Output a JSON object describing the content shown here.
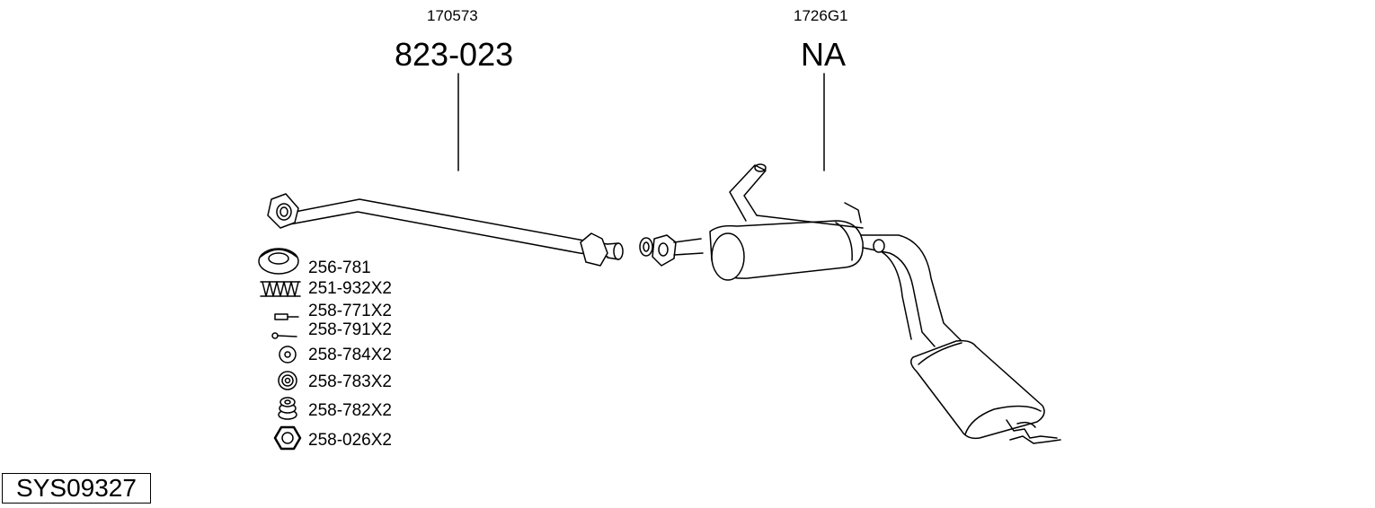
{
  "assembly_left": {
    "ref_code": "170573",
    "part_number": "823-023"
  },
  "assembly_right": {
    "ref_code": "1726G1",
    "part_number": "NA"
  },
  "hardware": [
    {
      "label": "256-781",
      "icon": "gasket-ring-icon"
    },
    {
      "label": "251-932X2",
      "icon": "spring-icon"
    },
    {
      "label": "258-771X2",
      "icon": "bolt-icon"
    },
    {
      "label": "258-791X2",
      "icon": "stud-icon"
    },
    {
      "label": "258-784X2",
      "icon": "washer-icon"
    },
    {
      "label": "258-783X2",
      "icon": "lock-washer-icon"
    },
    {
      "label": "258-782X2",
      "icon": "spring-bushing-icon"
    },
    {
      "label": "258-026X2",
      "icon": "hex-nut-icon"
    }
  ],
  "system_code": "SYS09327"
}
